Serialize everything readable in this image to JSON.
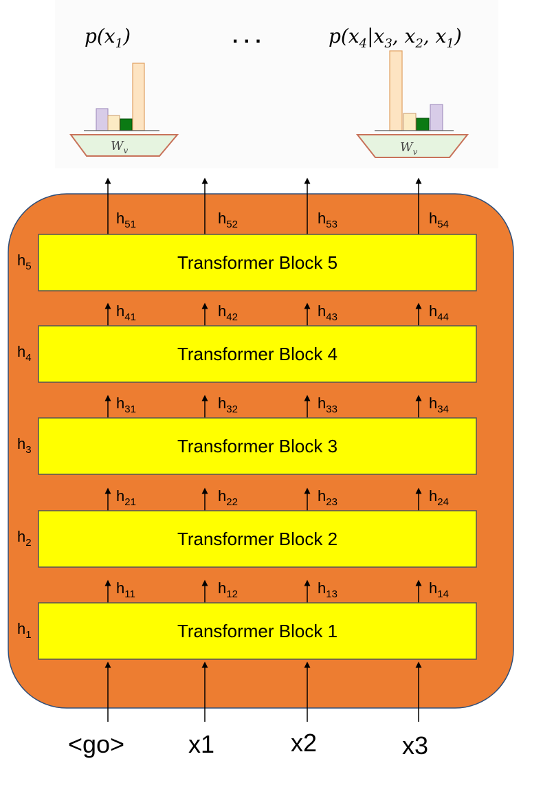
{
  "outputs": {
    "left_label": {
      "base": "p(x",
      "sub": "1",
      "tail": ")"
    },
    "ellipsis": ". . .",
    "right_label": {
      "p1": "p(x",
      "s1": "4",
      "p2": "|x",
      "s2": "3",
      "p3": ", x",
      "s3": "2",
      "p4": ", x",
      "s4": "1",
      "p5": ")"
    },
    "softmax_label": {
      "base": "W",
      "sub": "v"
    },
    "bar_colors": [
      "#d8cce8",
      "#fcebc4",
      "#0b7a13",
      "#fde4c2",
      "#d8cce8"
    ]
  },
  "blocks": [
    {
      "label": "Transformer Block 5",
      "layer": "h",
      "layer_sub": "5",
      "outputs": [
        "51",
        "52",
        "53",
        "54"
      ]
    },
    {
      "label": "Transformer Block 4",
      "layer": "h",
      "layer_sub": "4",
      "outputs": [
        "41",
        "42",
        "43",
        "44"
      ]
    },
    {
      "label": "Transformer Block 3",
      "layer": "h",
      "layer_sub": "3",
      "outputs": [
        "31",
        "32",
        "33",
        "34"
      ]
    },
    {
      "label": "Transformer Block 2",
      "layer": "h",
      "layer_sub": "2",
      "outputs": [
        "21",
        "22",
        "23",
        "24"
      ]
    },
    {
      "label": "Transformer Block 1",
      "layer": "h",
      "layer_sub": "1",
      "outputs": [
        "11",
        "12",
        "13",
        "14"
      ]
    }
  ],
  "hidden_prefix": "h",
  "inputs": [
    "<go>",
    "x1",
    "x2",
    "x3"
  ],
  "colors": {
    "container": "#ed7d31",
    "block_fill": "#ffff00",
    "softmax_fill": "#e6f4e0",
    "softmax_stroke": "#c8725a",
    "bar_stroke": "#c89a6a"
  }
}
